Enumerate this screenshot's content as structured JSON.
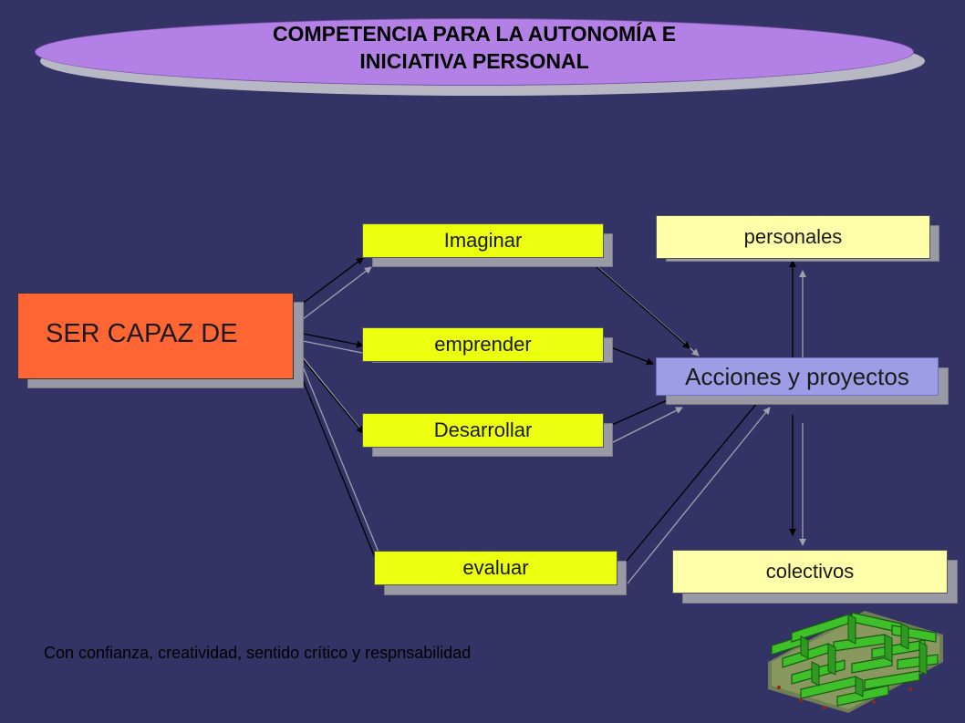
{
  "slide": {
    "background": "#333366",
    "title_lines": [
      "COMPETENCIA PARA LA AUTONOMÍA E",
      "INICIATIVA PERSONAL"
    ],
    "source_box": "SER CAPAZ DE",
    "verbs": [
      "Imaginar",
      "emprender",
      "Desarrollar",
      "evaluar"
    ],
    "central_box": "Acciones y proyectos",
    "outcomes": {
      "top": "personales",
      "bottom": "colectivos"
    },
    "footnote": "Con confianza, creatividad, sentido crítico y respnsabilidad",
    "icon": "maze-icon",
    "colors": {
      "title_ellipse": "#b380e6",
      "verb_box": "#ecff0f",
      "outcome_box": "#ffffaa",
      "central_box": "#9d9de6",
      "source_box": "#ff6633"
    }
  }
}
